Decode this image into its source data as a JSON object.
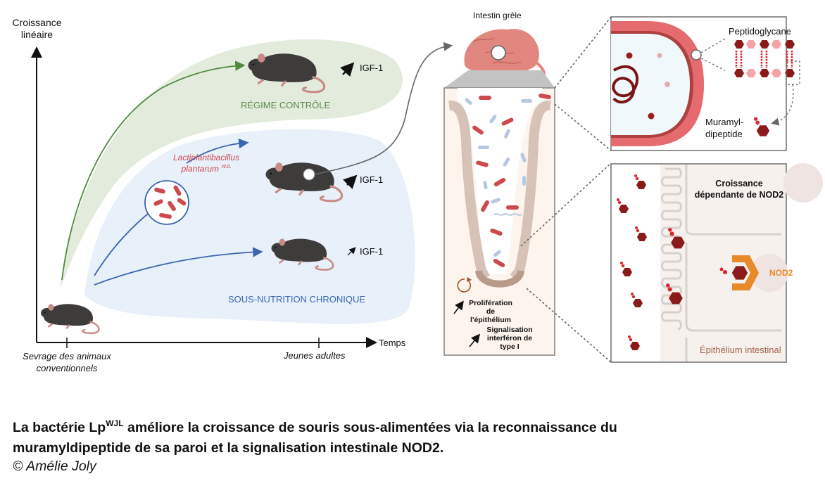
{
  "graph": {
    "y_axis_label_line1": "Croissance",
    "y_axis_label_line2": "linéaire",
    "x_axis_label": "Temps",
    "x_ticks": [
      {
        "line1": "Sevrage des animaux",
        "line2": "conventionnels"
      },
      {
        "line1": "Jeunes adultes",
        "line2": ""
      }
    ],
    "groups": {
      "control": {
        "label": "RÉGIME CONTRÔLE",
        "igf": "IGF-1",
        "igf_trend": "strong-increase",
        "color": "#5a8a4a"
      },
      "lp": {
        "bacteria_line1": "Lactiplantibacillus",
        "bacteria_line2": "plantarum",
        "bacteria_sup": "WJL",
        "igf": "IGF-1",
        "igf_trend": "strong-increase",
        "color": "#cc4a4f"
      },
      "undernutrition": {
        "label": "SOUS-NUTRITION CHRONIQUE",
        "igf": "IGF-1",
        "igf_trend": "slight-increase",
        "color": "#3a66b0"
      }
    }
  },
  "intestine": {
    "title": "Intestin grêle",
    "crypt_label_1_line1": "Prolifération",
    "crypt_label_1_line2": "de",
    "crypt_label_1_line3": "l'épithélium",
    "crypt_label_2_line1": "Signalisation",
    "crypt_label_2_line2": "interféron de",
    "crypt_label_2_line3": "type I"
  },
  "bacterium_panel": {
    "peptidoglycan_label": "Peptidoglycane",
    "mdp_label_line1": "Muramyl-",
    "mdp_label_line2": "dipeptide"
  },
  "epithelium_panel": {
    "title_line1": "Croissance",
    "title_line2": "dépendante de NOD2",
    "receptor_label": "NOD2",
    "tissue_label": "Épithélium intestinal"
  },
  "colors": {
    "control_area": "#e3ecdc",
    "undernutrition_area": "#e8f0fa",
    "bacteria_red": "#cc4a4f",
    "mdp_dark_red": "#8b1a1a",
    "nod2_orange": "#e88a2a"
  },
  "caption": {
    "part1": "La bactérie Lp",
    "sup": "WJL",
    "part2": " améliore la croissance de souris sous-alimentées via la reconnaissance du",
    "line2": "muramyldipeptide de sa paroi et la signalisation intestinale NOD2.",
    "credit": "© Amélie Joly"
  }
}
